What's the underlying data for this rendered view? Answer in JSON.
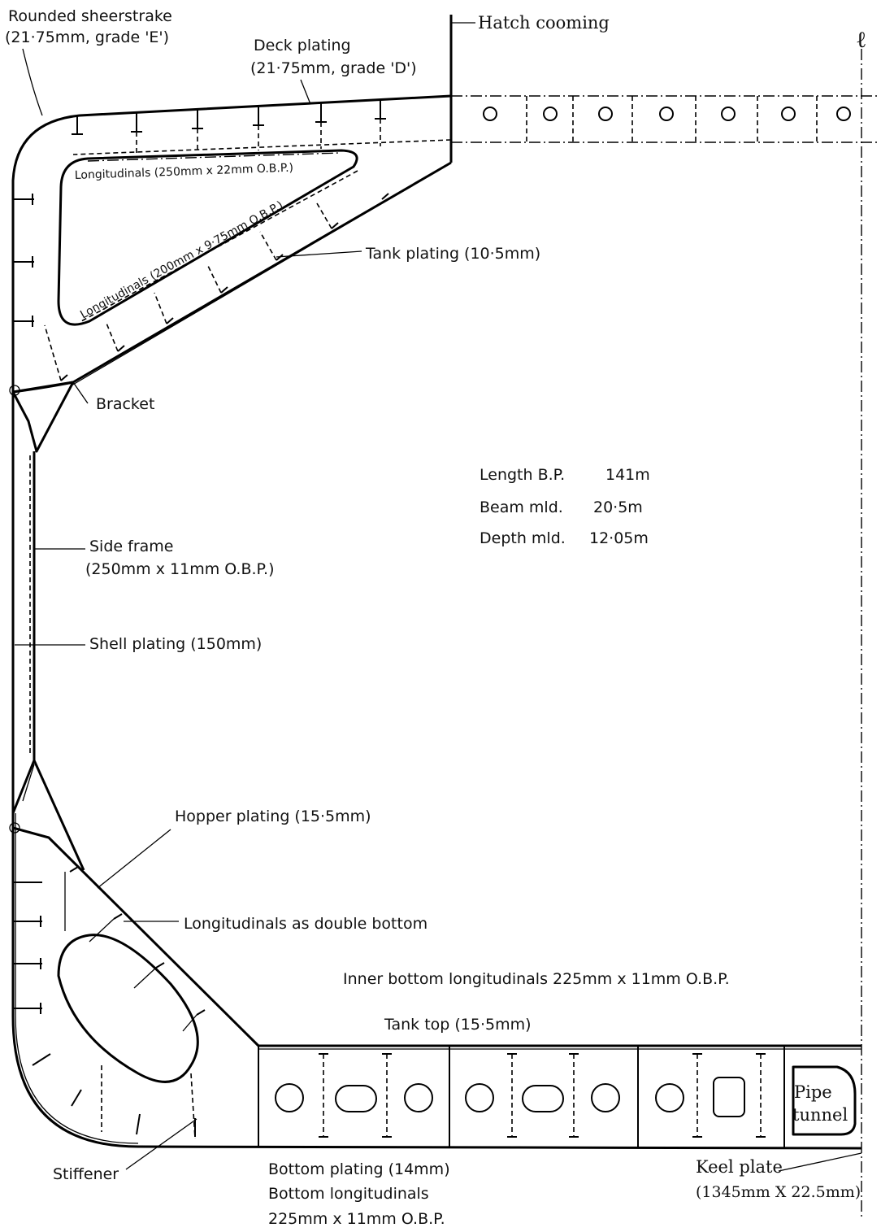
{
  "labels": {
    "sheerstrake_line1": "Rounded sheerstrake",
    "sheerstrake_line2": "(21·75mm, grade 'E')",
    "deck_line1": "Deck plating",
    "deck_line2": "(21·75mm, grade 'D')",
    "hatch": "Hatch cooming",
    "centerline": "ℓ",
    "long_upper": "Longitudinals (250mm x 22mm O.B.P.)",
    "long_lower": "Longitudinals (200mm x 9·75mm O.B.P.)",
    "tank_plating": "Tank plating (10·5mm)",
    "bracket": "Bracket",
    "side_frame_line1": "Side frame",
    "side_frame_line2": "(250mm x 11mm O.B.P.)",
    "shell_plating": "Shell plating (150mm)",
    "hopper": "Hopper plating (15·5mm)",
    "long_double": "Longitudinals as double bottom",
    "inner_bottom": "Inner bottom longitudinals 225mm x 11mm O.B.P.",
    "tank_top": "Tank top (15·5mm)",
    "pipe_line1": "Pipe",
    "pipe_line2": "tunnel",
    "stiffener": "Stiffener",
    "bottom_line1": "Bottom plating (14mm)",
    "bottom_line2": "Bottom longitudinals",
    "bottom_line3": "225mm x 11mm O.B.P.",
    "keel_line1": "Keel plate",
    "keel_line2": "(1345mm X 22.5mm)"
  },
  "particulars": [
    {
      "label": "Length B.P.",
      "value": "141m"
    },
    {
      "label": "Beam mld.",
      "value": "20·5m"
    },
    {
      "label": "Depth mld.",
      "value": "12·05m"
    }
  ]
}
